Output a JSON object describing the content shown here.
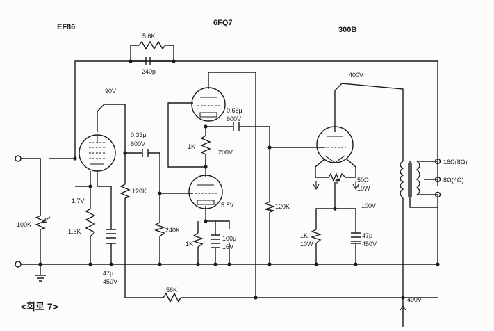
{
  "tubes": {
    "ef86": "EF86",
    "fq7": "6FQ7",
    "b300": "300B"
  },
  "components": {
    "r_5k6": "5.6K",
    "c_240p": "240p",
    "v_90": "90V",
    "c_033_line1": "0.33μ",
    "c_033_line2": "600V",
    "c_068_line1": "0.68μ",
    "c_068_line2": "600V",
    "r_1k_top": "1K",
    "v_200": "200V",
    "r_120k_a": "120K",
    "v_17": "1.7V",
    "r_100k": "100K",
    "r_15k": "1.5K",
    "r_240k": "240K",
    "v_58": "5.8V",
    "r_1k_bottom": "1K",
    "c_100_line1": "100μ",
    "c_100_line2": "16V",
    "r_120k_b": "120K",
    "c_47_line1": "47μ",
    "c_47_line2": "450V",
    "r_56k": "56K",
    "v_400_top": "400V",
    "r_50_line1": "50Ω",
    "r_50_line2": "10W",
    "v_100": "100V",
    "r_1k10w_line1": "1K",
    "r_1k10w_line2": "10W",
    "c_47b_line1": "47μ",
    "c_47b_line2": "450V",
    "out_16": "16Ω(8Ω)",
    "out_8": "8Ω(4Ω)",
    "v_400_bottom": "400V"
  },
  "caption": "<회로 7>",
  "colors": {
    "ink": "#1a1a1a",
    "paper": "#fcfcfa"
  }
}
